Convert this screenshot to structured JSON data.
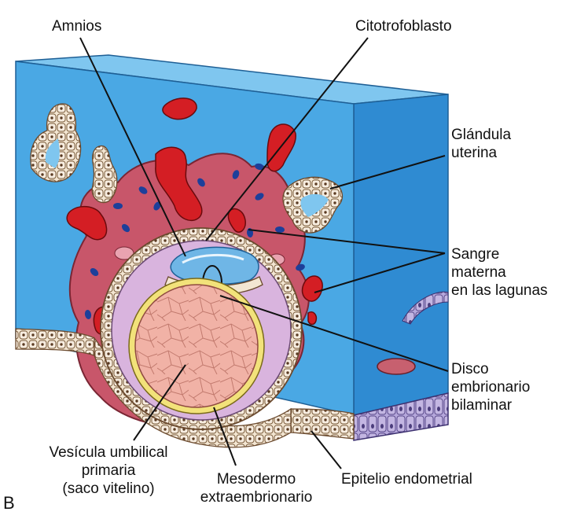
{
  "labels": {
    "amnios": "Amnios",
    "citotrofoblasto": "Citotrofoblasto",
    "glandula": [
      "Glándula",
      "uterina"
    ],
    "sangre": [
      "Sangre",
      "materna",
      "en las lagunas"
    ],
    "disco": [
      "Disco",
      "embrionario",
      "bilaminar"
    ],
    "vesicula": [
      "Vesícula umbilical",
      "primaria",
      "(saco vitelino)"
    ],
    "mesodermo": [
      "Mesodermo",
      "extraembrionario"
    ],
    "epitelio": "Epitelio endometrial",
    "panel": "B"
  },
  "colors": {
    "stroma_front": "#4aa8e4",
    "stroma_side": "#2f8bd2",
    "stroma_top": "#7fc6ef",
    "syncytio": "#c8566a",
    "cyto_cells": "#f3e6d2",
    "blood": "#d41e24",
    "exocoelomic": "#d9b4de",
    "yolk": "#f1b2a6",
    "amnion": "#6fb6e6",
    "epithelium": "#f1c9a0",
    "epithelium_side": "#a99bd4",
    "line": "#111111"
  }
}
